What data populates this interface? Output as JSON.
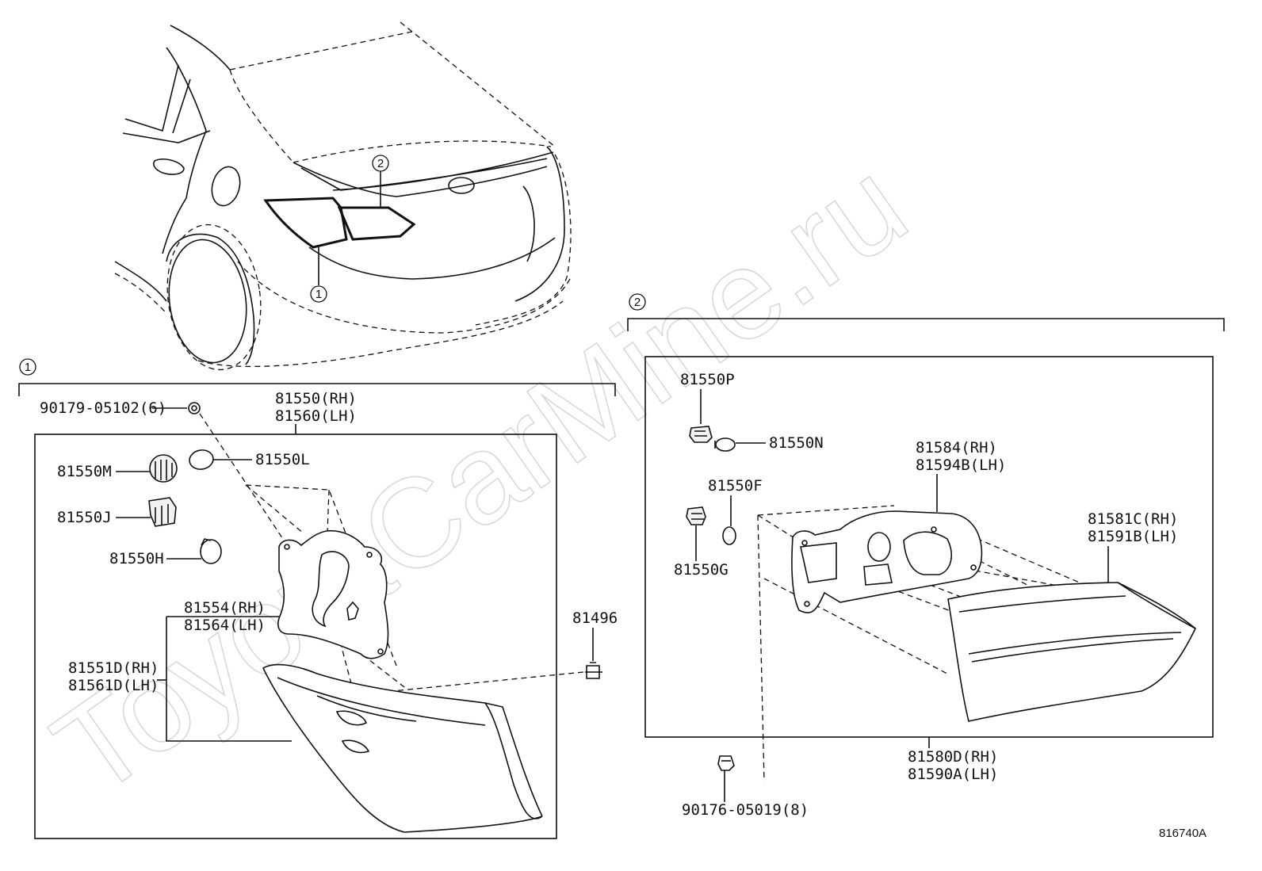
{
  "watermark": "ToyotaCarMine.ru",
  "diagram_id": "816740A",
  "car_view": {
    "callout_1": "1",
    "callout_2": "2"
  },
  "group_1": {
    "marker": "1",
    "labels": {
      "screw": "90179-05102(6)",
      "lamp_rh": "81550(RH)",
      "lamp_lh": "81560(LH)",
      "socket_m": "81550M",
      "bulb_l": "81550L",
      "socket_j": "81550J",
      "bulb_h": "81550H",
      "gasket_rh": "81554(RH)",
      "gasket_lh": "81564(LH)",
      "lens_rh": "81551D(RH)",
      "lens_lh": "81561D(LH)",
      "clip": "81496"
    }
  },
  "group_2": {
    "marker": "2",
    "labels": {
      "socket_p": "81550P",
      "bulb_n": "81550N",
      "bulb_f": "81550F",
      "socket_g": "81550G",
      "gasket_rh": "81584(RH)",
      "gasket_lh": "81594B(LH)",
      "lens_rh": "81581C(RH)",
      "lens_lh": "81591B(LH)",
      "lamp_rh": "81580D(RH)",
      "lamp_lh": "81590A(LH)",
      "screw": "90176-05019(8)"
    }
  }
}
